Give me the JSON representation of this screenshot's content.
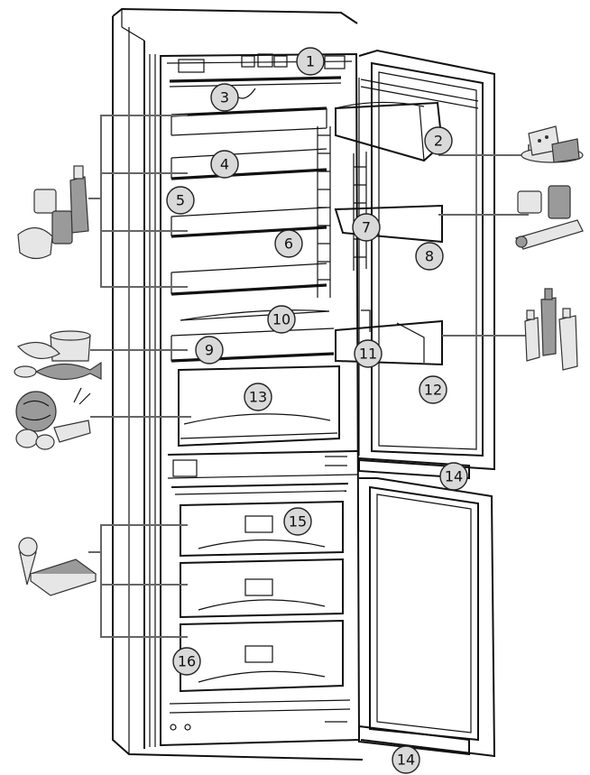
{
  "callouts": [
    {
      "id": "c1",
      "label": "1"
    },
    {
      "id": "c2",
      "label": "2"
    },
    {
      "id": "c3",
      "label": "3"
    },
    {
      "id": "c4",
      "label": "4"
    },
    {
      "id": "c5",
      "label": "5"
    },
    {
      "id": "c6",
      "label": "6"
    },
    {
      "id": "c7",
      "label": "7"
    },
    {
      "id": "c8",
      "label": "8"
    },
    {
      "id": "c9",
      "label": "9"
    },
    {
      "id": "c10",
      "label": "10"
    },
    {
      "id": "c11",
      "label": "11"
    },
    {
      "id": "c12",
      "label": "12"
    },
    {
      "id": "c13",
      "label": "13"
    },
    {
      "id": "c14a",
      "label": "14"
    },
    {
      "id": "c14b",
      "label": "14"
    },
    {
      "id": "c15",
      "label": "15"
    },
    {
      "id": "c16",
      "label": "16"
    }
  ],
  "colors": {
    "outline": "#111111",
    "callout_fill": "#d9d9d9",
    "leader_line": "#666666",
    "background": "#ffffff"
  },
  "food_icons": [
    "dairy-icon",
    "jars-tube-icon",
    "bottles-icon",
    "pot-fish-icon",
    "vegetables-icon",
    "ice-cream-icon",
    "jars-bottle-icon"
  ]
}
